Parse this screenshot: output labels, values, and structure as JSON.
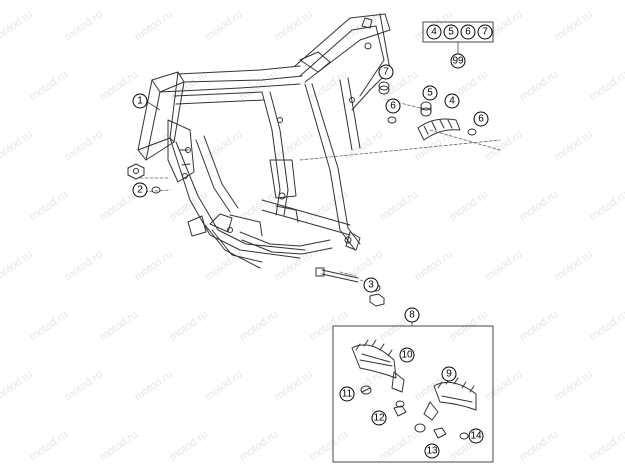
{
  "watermark": "motod.ru",
  "callouts": [
    {
      "id": "c1",
      "label": "1"
    },
    {
      "id": "c2",
      "label": "2"
    },
    {
      "id": "c3",
      "label": "3"
    },
    {
      "id": "c4",
      "label": "4"
    },
    {
      "id": "c5",
      "label": "5"
    },
    {
      "id": "c6a",
      "label": "6"
    },
    {
      "id": "c6b",
      "label": "6"
    },
    {
      "id": "c7",
      "label": "7"
    },
    {
      "id": "c8",
      "label": "8"
    },
    {
      "id": "c9",
      "label": "9"
    },
    {
      "id": "c10",
      "label": "10"
    },
    {
      "id": "c11",
      "label": "11"
    },
    {
      "id": "c12",
      "label": "12"
    },
    {
      "id": "c13",
      "label": "13"
    },
    {
      "id": "c14",
      "label": "14"
    }
  ],
  "kit": {
    "members": [
      "4",
      "5",
      "6",
      "7"
    ],
    "kit_number": "99"
  }
}
